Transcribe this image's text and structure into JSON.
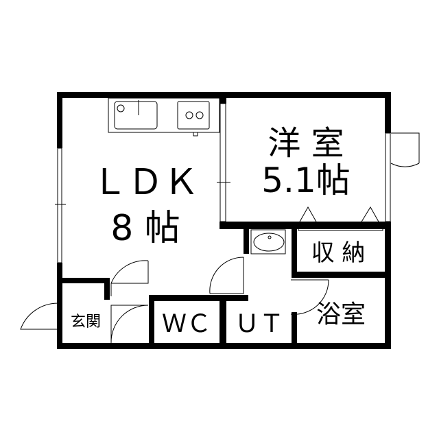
{
  "rooms": {
    "ldk": {
      "name": "ＬＤＫ",
      "size": "8 帖"
    },
    "western": {
      "name": "洋 室",
      "size": "5.1帖"
    },
    "storage": {
      "name": "収 納"
    },
    "bath": {
      "name": "浴室"
    },
    "entrance": {
      "name": "玄関"
    },
    "wc": {
      "name": "ＷＣ"
    },
    "ut": {
      "name": "ＵＴ"
    }
  }
}
